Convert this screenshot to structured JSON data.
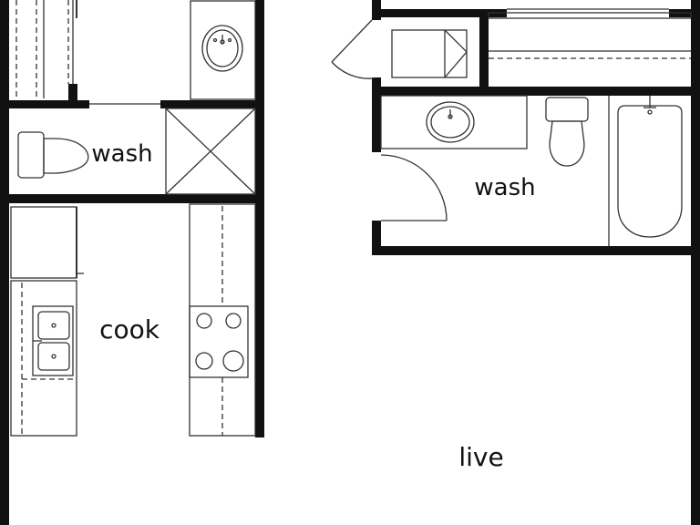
{
  "floorplan": {
    "rooms": {
      "wash_left": {
        "label": "wash"
      },
      "wash_right": {
        "label": "wash"
      },
      "cook": {
        "label": "cook"
      },
      "live": {
        "label": "live"
      }
    },
    "colors": {
      "wall": "#111111",
      "line": "#333333",
      "dashed": "#555555",
      "background": "#ffffff"
    }
  }
}
